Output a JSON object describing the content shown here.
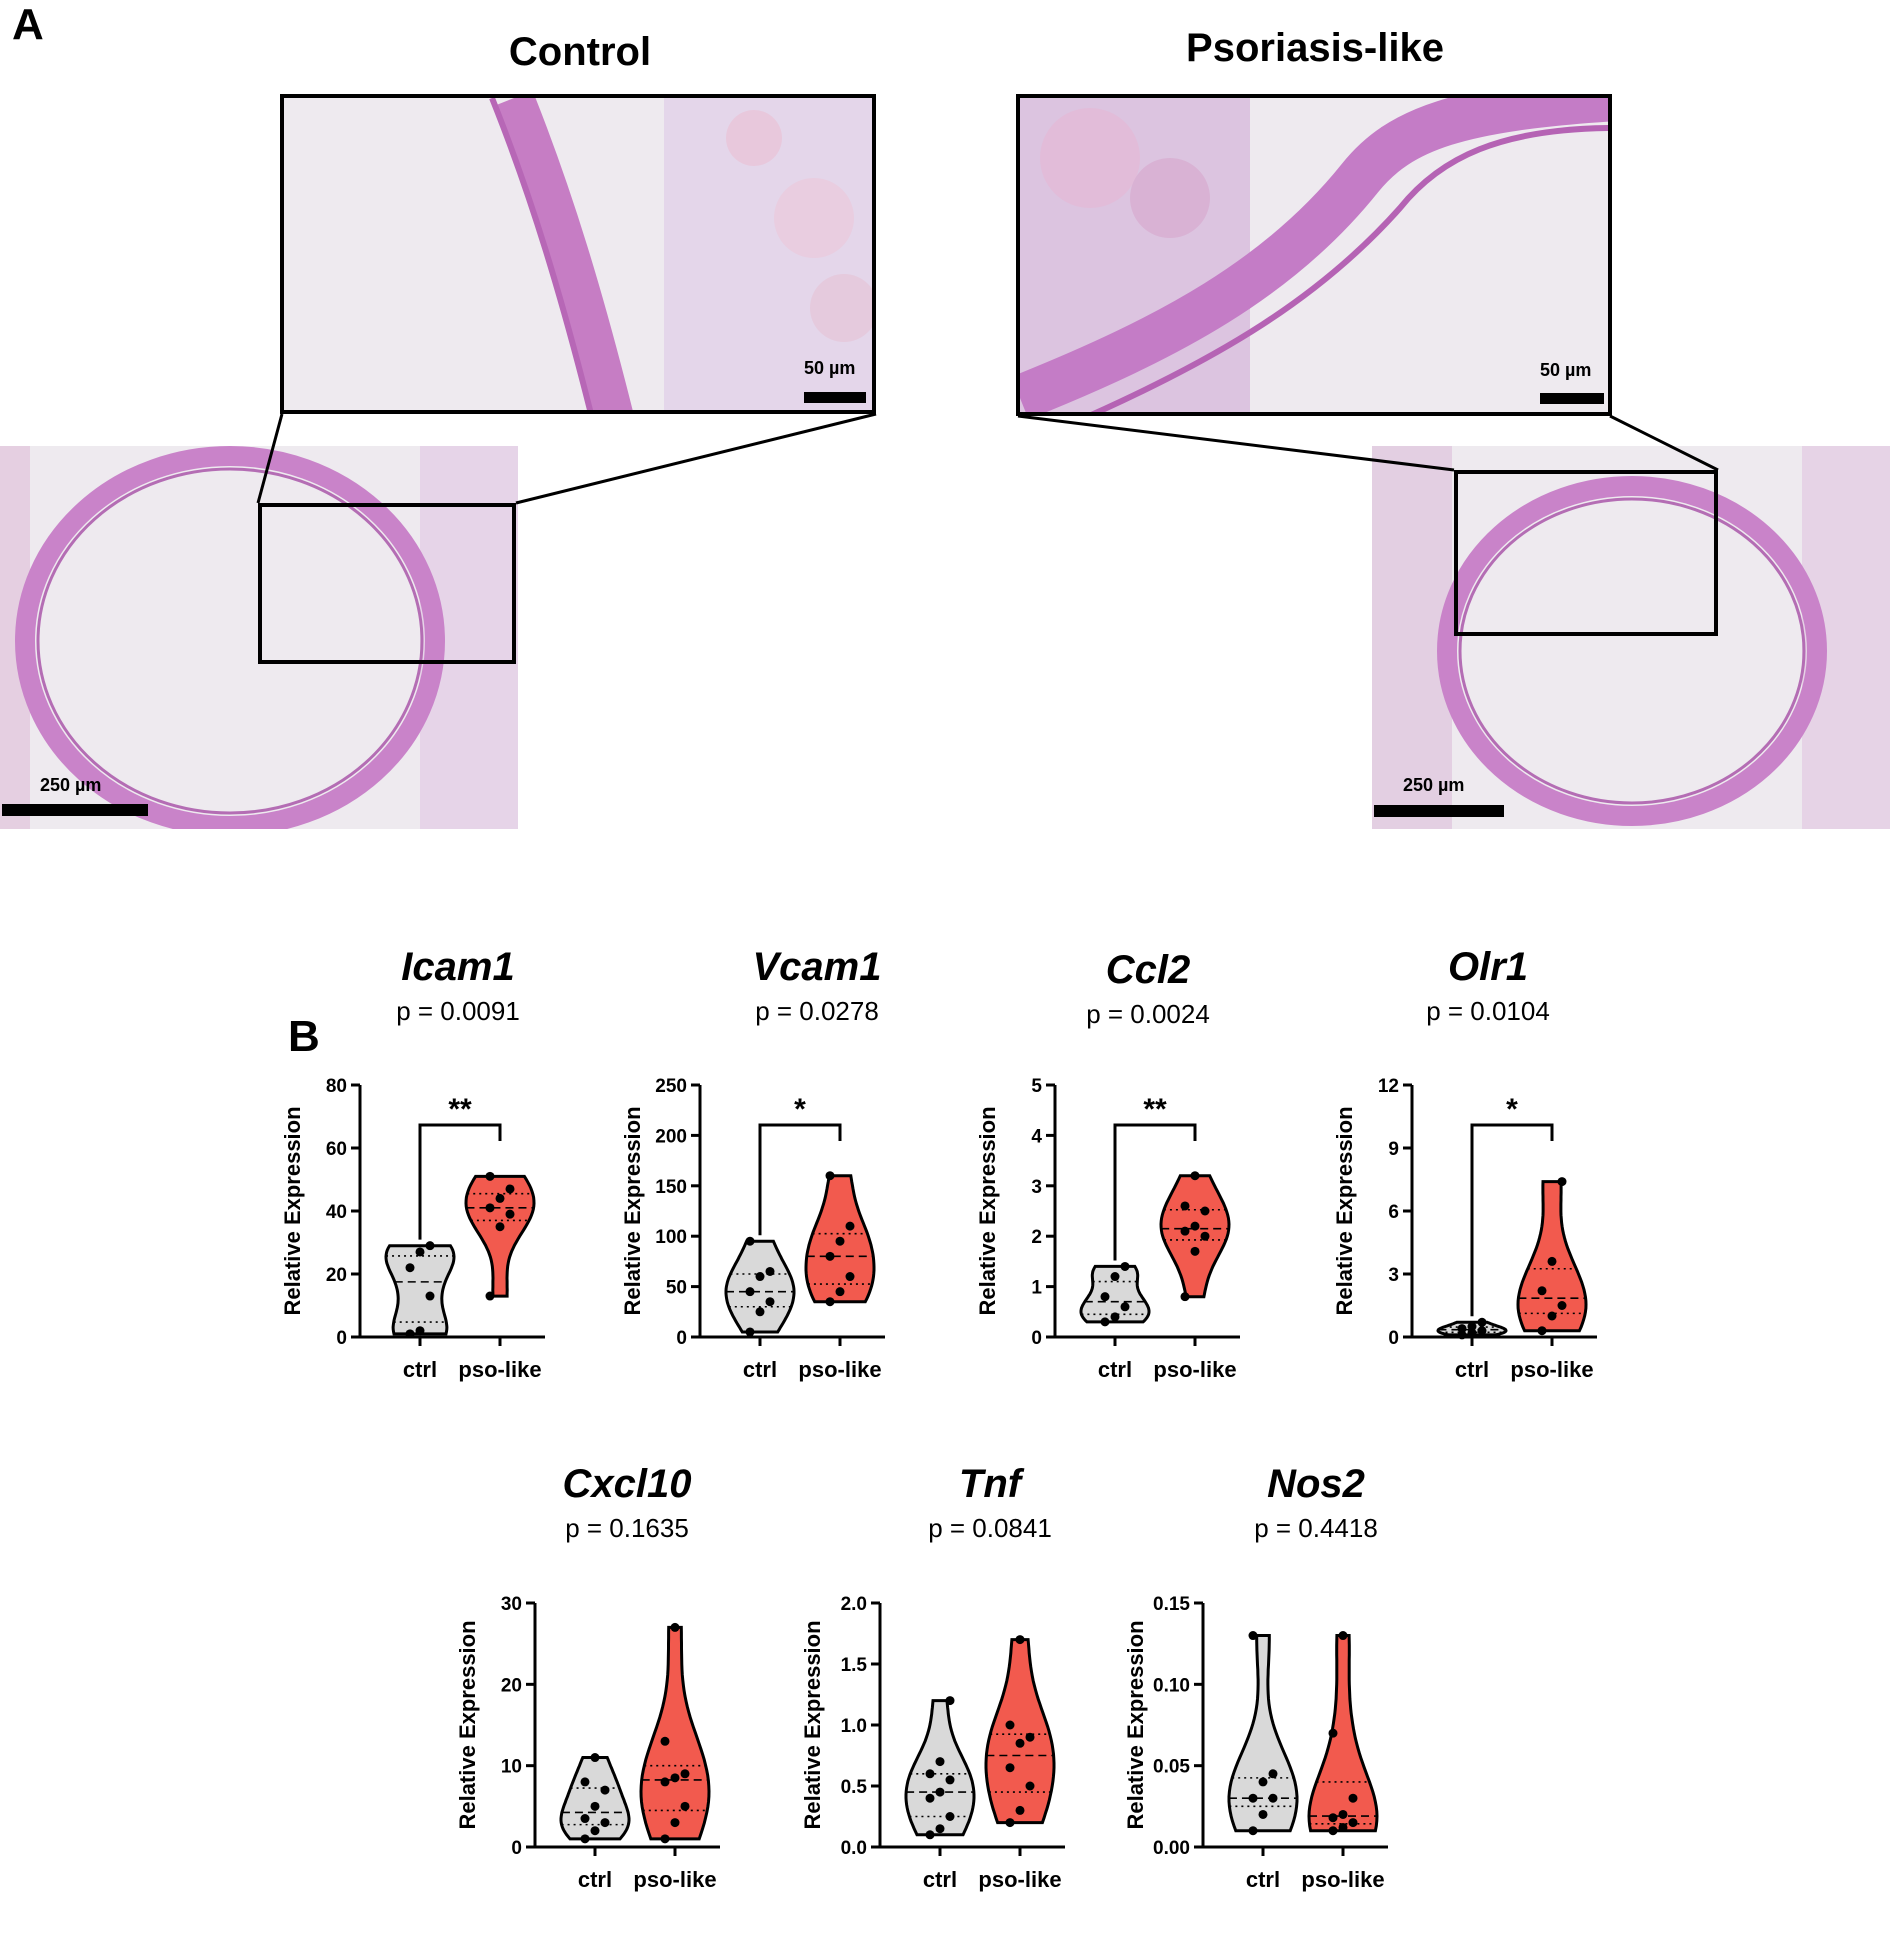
{
  "panel_a": {
    "letter": "A",
    "control_title": "Control",
    "psoriasis_title": "Psoriasis-like",
    "inset_scale": "50 µm",
    "overview_scale": "250 µm"
  },
  "panel_b": {
    "letter": "B"
  },
  "colors": {
    "ctrl_fill": "#d9d9d9",
    "pso_fill": "#f25a4e",
    "tissue": "#c97bc4",
    "background_slide": "#eeeaf1"
  },
  "chart_data": [
    {
      "type": "violin",
      "title": "Icam1",
      "subtitle": "p = 0.0091",
      "ylabel": "Relative Expression",
      "categories": [
        "ctrl",
        "pso-like"
      ],
      "ylim": [
        0,
        80
      ],
      "yticks": [
        "0",
        "20",
        "40",
        "60",
        "80"
      ],
      "significance": "**",
      "series": [
        {
          "values": [
            1,
            2,
            13,
            22,
            27,
            29
          ]
        },
        {
          "values": [
            13,
            35,
            39,
            41,
            44,
            47,
            51
          ]
        }
      ]
    },
    {
      "type": "violin",
      "title": "Vcam1",
      "subtitle": "p = 0.0278",
      "ylabel": "Relative Expression",
      "categories": [
        "ctrl",
        "pso-like"
      ],
      "ylim": [
        0,
        250
      ],
      "yticks": [
        "0",
        "50",
        "100",
        "150",
        "200",
        "250"
      ],
      "significance": "*",
      "series": [
        {
          "values": [
            5,
            25,
            35,
            45,
            60,
            65,
            95
          ]
        },
        {
          "values": [
            35,
            45,
            60,
            80,
            95,
            110,
            160
          ]
        }
      ]
    },
    {
      "type": "violin",
      "title": "Ccl2",
      "subtitle": "p = 0.0024",
      "ylabel": "Relative Expression",
      "categories": [
        "ctrl",
        "pso-like"
      ],
      "ylim": [
        0,
        5
      ],
      "yticks": [
        "0",
        "1",
        "2",
        "3",
        "4",
        "5"
      ],
      "significance": "**",
      "series": [
        {
          "values": [
            0.3,
            0.4,
            0.6,
            0.8,
            1.2,
            1.4
          ]
        },
        {
          "values": [
            0.8,
            1.7,
            2.0,
            2.1,
            2.2,
            2.5,
            2.6,
            3.2
          ]
        }
      ]
    },
    {
      "type": "violin",
      "title": "Olr1",
      "subtitle": "p = 0.0104",
      "ylabel": "Relative Expression",
      "categories": [
        "ctrl",
        "pso-like"
      ],
      "ylim": [
        0,
        12
      ],
      "yticks": [
        "0",
        "3",
        "6",
        "9",
        "12"
      ],
      "significance": "*",
      "series": [
        {
          "values": [
            0.1,
            0.2,
            0.3,
            0.4,
            0.5,
            0.7
          ]
        },
        {
          "values": [
            0.3,
            1.0,
            1.5,
            2.2,
            3.6,
            7.4
          ]
        }
      ]
    },
    {
      "type": "violin",
      "title": "Cxcl10",
      "subtitle": "p = 0.1635",
      "ylabel": "Relative Expression",
      "categories": [
        "ctrl",
        "pso-like"
      ],
      "ylim": [
        0,
        30
      ],
      "yticks": [
        "0",
        "10",
        "20",
        "30"
      ],
      "significance": "",
      "series": [
        {
          "values": [
            1,
            2,
            3,
            3.5,
            5,
            7,
            8,
            11
          ]
        },
        {
          "values": [
            1,
            3,
            5,
            8,
            8.5,
            9,
            13,
            27
          ]
        }
      ]
    },
    {
      "type": "violin",
      "title": "Tnf",
      "subtitle": "p = 0.0841",
      "ylabel": "Relative Expression",
      "categories": [
        "ctrl",
        "pso-like"
      ],
      "ylim": [
        0,
        2.0
      ],
      "yticks": [
        "0.0",
        "0.5",
        "1.0",
        "1.5",
        "2.0"
      ],
      "significance": "",
      "series": [
        {
          "values": [
            0.1,
            0.15,
            0.25,
            0.4,
            0.45,
            0.55,
            0.6,
            0.7,
            1.2
          ]
        },
        {
          "values": [
            0.2,
            0.3,
            0.5,
            0.65,
            0.85,
            0.9,
            1.0,
            1.7
          ]
        }
      ]
    },
    {
      "type": "violin",
      "title": "Nos2",
      "subtitle": "p = 0.4418",
      "ylabel": "Relative Expression",
      "categories": [
        "ctrl",
        "pso-like"
      ],
      "ylim": [
        0,
        0.15
      ],
      "yticks": [
        "0.00",
        "0.05",
        "0.10",
        "0.15"
      ],
      "significance": "",
      "series": [
        {
          "values": [
            0.01,
            0.02,
            0.03,
            0.03,
            0.04,
            0.045,
            0.13
          ]
        },
        {
          "values": [
            0.01,
            0.012,
            0.015,
            0.018,
            0.02,
            0.03,
            0.07,
            0.13
          ]
        }
      ]
    }
  ]
}
